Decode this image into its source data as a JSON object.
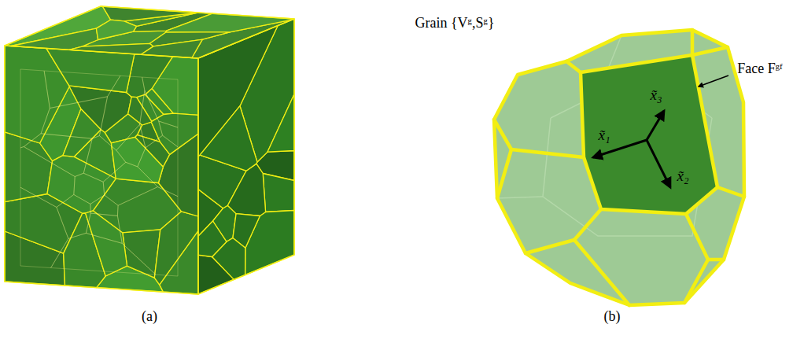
{
  "diagram": {
    "labels": [
      "(a)",
      "(b)",
      "Grain {Vᵍ,Sᵍ}",
      "Face Fᵍᶠ",
      "x̃₁",
      "x̃₂",
      "x̃₃"
    ]
  }
}
